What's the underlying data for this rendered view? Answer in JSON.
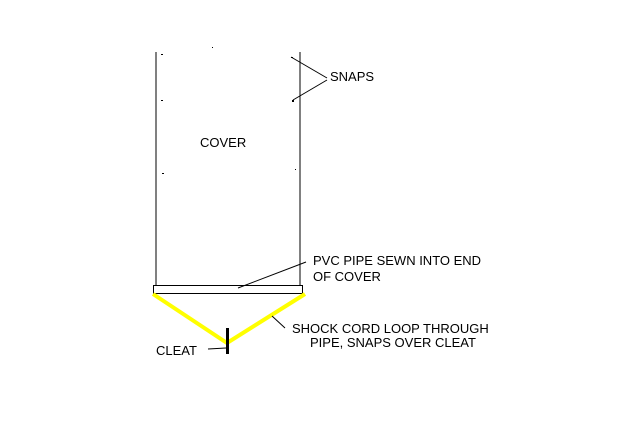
{
  "labels": {
    "cover": "COVER",
    "snaps": "SNAPS",
    "pvc_line1": "PVC PIPE SEWN INTO END",
    "pvc_line2": "OF COVER",
    "cord_line1": "SHOCK CORD LOOP THROUGH",
    "cord_line2": "PIPE, SNAPS OVER CLEAT",
    "cleat": "CLEAT"
  },
  "colors": {
    "line": "#000000",
    "shock_cord": "#ffff00",
    "background": "#ffffff"
  }
}
